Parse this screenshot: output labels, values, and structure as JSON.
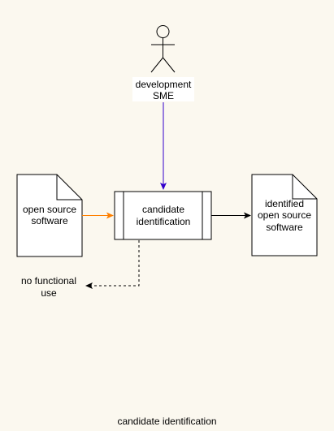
{
  "diagram": {
    "actor": {
      "label_line1": "development",
      "label_line2": "SME"
    },
    "input_document": {
      "label_line1": "open source",
      "label_line2": "software"
    },
    "process": {
      "label_line1": "candidate",
      "label_line2": "identification"
    },
    "output_document": {
      "label_line1": "identified",
      "label_line2": "open source",
      "label_line3": "software"
    },
    "reject_note": {
      "label_line1": "no functional",
      "label_line2": "use"
    },
    "caption": "candidate identification"
  },
  "colors": {
    "background": "#fbf8ef",
    "actor_arrow": "#3300cc",
    "input_arrow": "#ff8000",
    "output_arrow": "#000000",
    "reject_arrow": "#000000"
  },
  "icons": {
    "actor": "stick-figure-icon",
    "document": "folded-corner-document-icon",
    "process": "predefined-process-box"
  }
}
